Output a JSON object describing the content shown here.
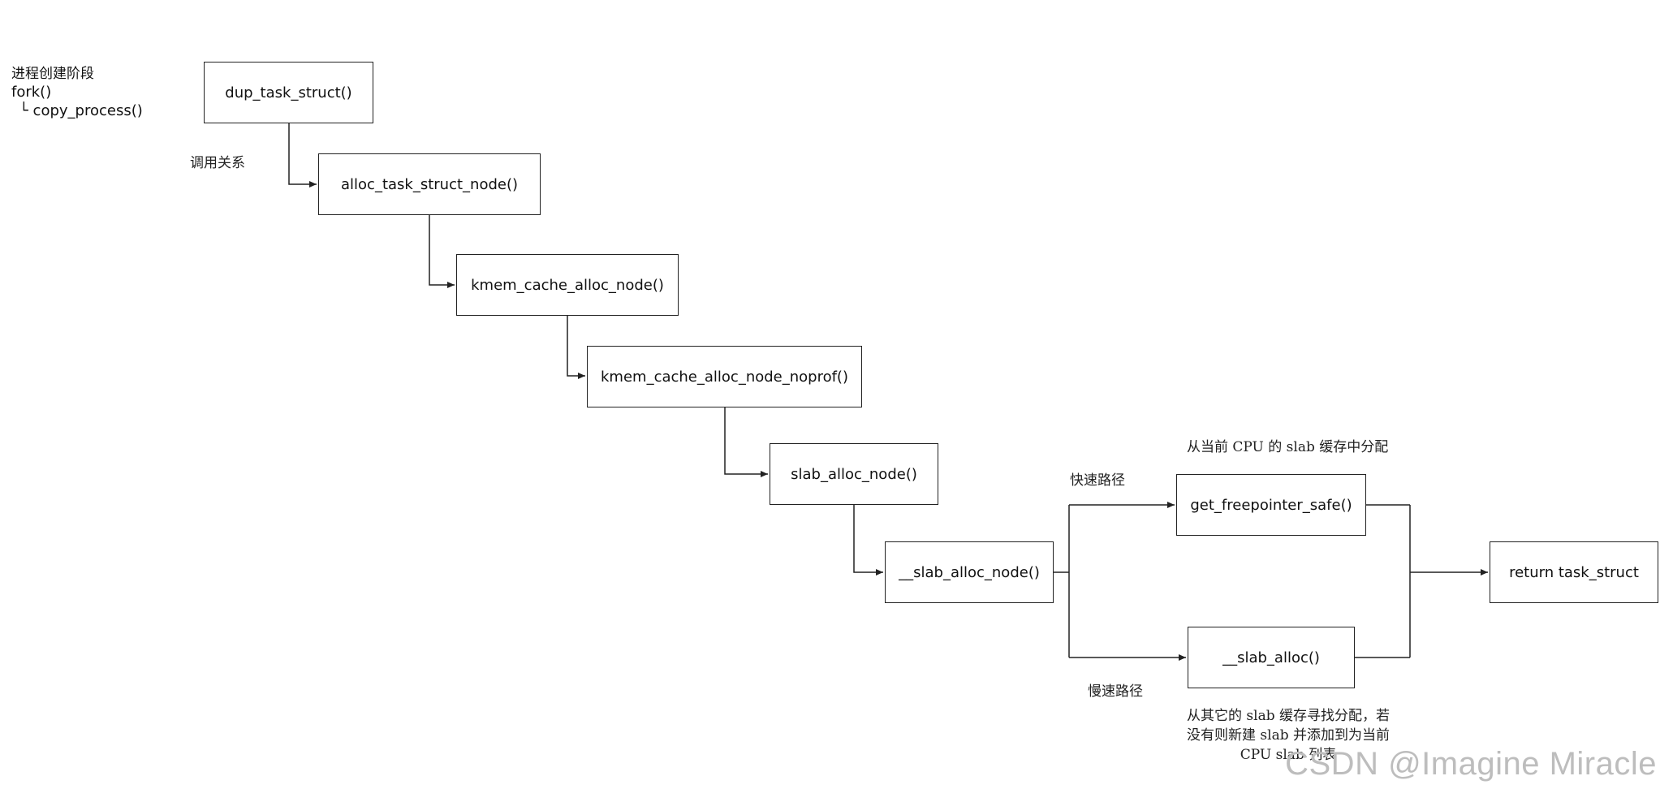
{
  "header": {
    "title": "进程创建阶段",
    "line1": "fork()",
    "line2": "└ copy_process()"
  },
  "labels": {
    "call_relation": "调用关系",
    "fast_path": "快速路径",
    "slow_path": "慢速路径",
    "fast_desc": "从当前 CPU 的 slab 缓存中分配",
    "slow_desc_line1": "从其它的 slab 缓存寻找分配，若",
    "slow_desc_line2": "没有则新建 slab 并添加到为当前",
    "slow_desc_line3": "CPU slab 列表"
  },
  "nodes": {
    "dup_task_struct": "dup_task_struct()",
    "alloc_task_struct_node": "alloc_task_struct_node()",
    "kmem_cache_alloc_node": "kmem_cache_alloc_node()",
    "kmem_cache_alloc_node_noprof": "kmem_cache_alloc_node_noprof()",
    "slab_alloc_node": "slab_alloc_node()",
    "__slab_alloc_node": "__slab_alloc_node()",
    "get_freepointer_safe": "get_freepointer_safe()",
    "__slab_alloc": "__slab_alloc()",
    "return_task_struct": "return task_struct"
  },
  "watermark": "CSDN @Imagine Miracle",
  "colors": {
    "line": "#222222",
    "box_border": "#222222",
    "text": "#111111",
    "watermark": "#bdbdbd"
  }
}
